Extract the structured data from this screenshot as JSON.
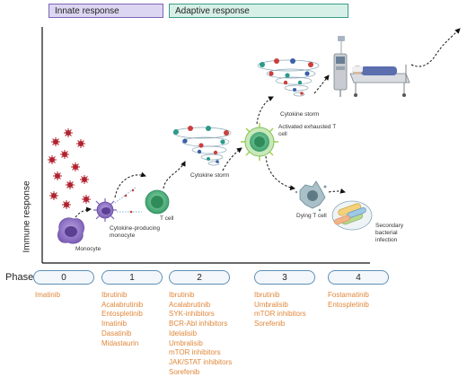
{
  "bands": {
    "innate": "Innate response",
    "adaptive": "Adaptive response"
  },
  "axis": {
    "y_label": "Immune response"
  },
  "labels": {
    "monocyte": "Monocyte",
    "cytokine_producing_monocyte": "Cytokine-producing monocyte",
    "t_cell": "T cell",
    "cytokine_storm_1": "Cytokine storm",
    "cytokine_storm_2": "Cytokine storm",
    "activated_t_cell": "Activated exhausted T cell",
    "dying_t_cell": "Dying T cell",
    "secondary_infection": "Secondary bacterial infection"
  },
  "phases": {
    "title": "Phases",
    "items": [
      {
        "number": "0",
        "drugs": [
          "Imatinib"
        ]
      },
      {
        "number": "1",
        "drugs": [
          "Ibrutinib",
          "Acalabrutinib",
          "Entospletinib",
          "Imatinib",
          "Dasatinib",
          "Midastaurin"
        ]
      },
      {
        "number": "2",
        "drugs": [
          "Ibrutinib",
          "Acalabrutinib",
          "SYK-inhibitors",
          "BCR-Abl inhibitors",
          "Idelalisib",
          "Umbralisib",
          "mTOR inhibitors",
          "JAK/STAT inhibitors",
          "Sorefenib"
        ]
      },
      {
        "number": "3",
        "drugs": [
          "Ibrutinib",
          "Umbralisib",
          "mTOR inhibitors",
          "Sorefenib"
        ]
      },
      {
        "number": "4",
        "drugs": [
          "Fostamatinib",
          "Entospletinib"
        ]
      }
    ]
  },
  "colors": {
    "drug_text": "#e0873a",
    "phase_border": "#5f8fb6",
    "innate_fill": "#ddd6f2",
    "adaptive_fill": "#d6f0e8",
    "virus": "#b0232f",
    "monocyte": "#8d6fc4",
    "t_cell": "#3fae7a"
  }
}
